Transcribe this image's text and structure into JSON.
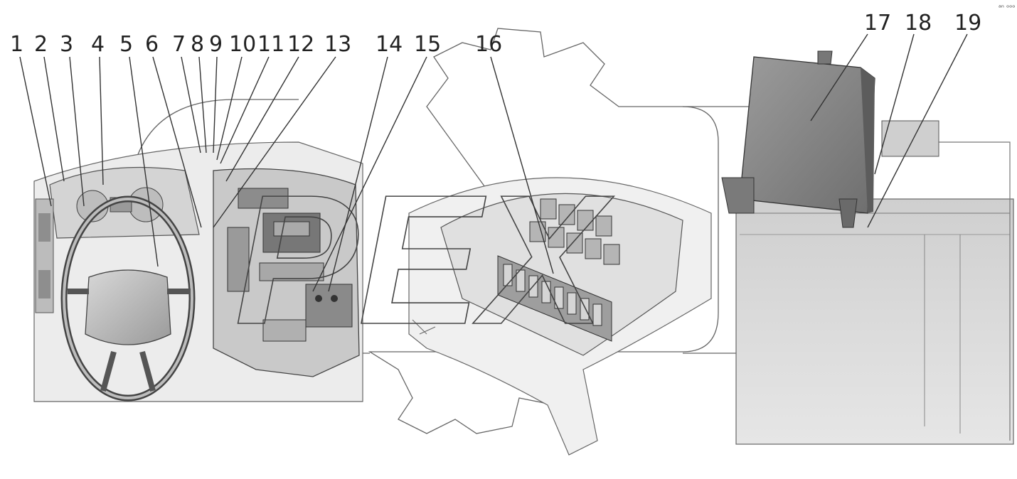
{
  "diagram": {
    "callouts": [
      {
        "label": "1"
      },
      {
        "label": "2"
      },
      {
        "label": "3"
      },
      {
        "label": "4"
      },
      {
        "label": "5"
      },
      {
        "label": "6"
      },
      {
        "label": "7"
      },
      {
        "label": "8"
      },
      {
        "label": "9"
      },
      {
        "label": "10"
      },
      {
        "label": "11"
      },
      {
        "label": "12"
      },
      {
        "label": "13"
      },
      {
        "label": "14"
      },
      {
        "label": "15"
      },
      {
        "label": "16"
      },
      {
        "label": "17"
      },
      {
        "label": "18"
      },
      {
        "label": "19"
      }
    ],
    "watermark": "PEX",
    "corner_mark": "ᵃⁿ ᵒᵒᵒ"
  },
  "colors": {
    "watermark_fill": "#f6f6f6",
    "line": "#333333",
    "panel_grey": "#8a8a8a"
  }
}
